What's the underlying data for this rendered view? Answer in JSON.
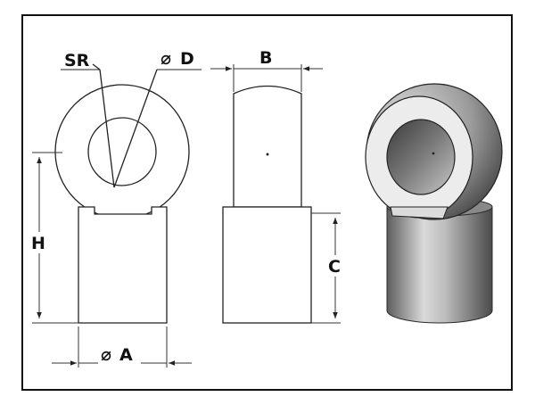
{
  "labels": {
    "sr": "SR",
    "diameter_symbol": "⌀",
    "d": "D",
    "b": "B",
    "h": "H",
    "c": "C",
    "a": "A"
  },
  "colors": {
    "frame": "#111111",
    "line": "#222222",
    "dim_line": "#333333",
    "metal_light": "#e8e8e8",
    "metal_mid": "#a9a9a9",
    "metal_dark": "#5a5a5a"
  }
}
